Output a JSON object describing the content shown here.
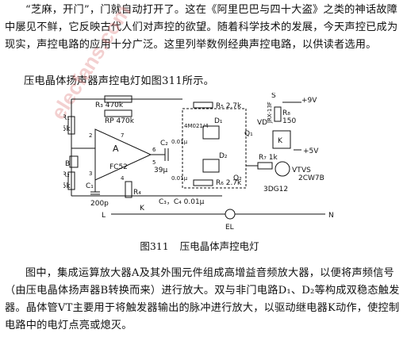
{
  "paragraph1": "“芝麻，开门”，门就自动打开了。这在《阿里巴巴与四十大盗》之类的神话故障中屡见不鲜，它反映古代人们对声控的欲望。随着科学技术的发展，今天声控已成为现实，声控电路的应用十分广泛。这里列举数例经典声控电路，以供读者选用。",
  "paragraph2": "压电晶体扬声器声控电灯如图311所示。",
  "caption_number": "图311",
  "caption_title": "压电晶体声控电灯",
  "paragraph3": "图中，集成运算放大器A及其外围元件组成高增益音频放大器，以便将声频信号（由压电晶体扬声器B转换而来）进行放大。双与非门电路D₁、D₂等构成双稳态触发器。晶体管VT主要用于将触发器输出的脉冲进行放大，以驱动继电器K动作，使控制电路中的电灯点亮或熄灭。",
  "watermark": "elecfans.com",
  "circuit": {
    "R1": "R₁",
    "R1v": "15k",
    "R2": "R₂",
    "R2v": "15k",
    "R3": "R₃ 470k",
    "RP": "RP 470k",
    "R4": "R₄",
    "C1": "C₁",
    "C1v": "200p",
    "B": "B",
    "A": "A",
    "ic": "FC52",
    "pin2": "2",
    "pin3": "3",
    "pin6": "6",
    "pin7": "7",
    "pin4": "4",
    "pin5": "5",
    "C2": "C₂",
    "C2v": "39μ",
    "R5": "R₅ 2.7k",
    "R6": "R₆ 2.7k",
    "gate": "4M021/4",
    "D1": "D₁",
    "D2": "D₂",
    "c001a": "0.01μ",
    "c001b": "0.01μ",
    "C34": "C₃，C₄ 0.01μ",
    "Q1": "Q₁",
    "Q2": "Q₂",
    "R7": "R₇ 1k",
    "VT": "VT",
    "VTtype": "3DG12",
    "VD": "VD",
    "K": "K",
    "relay": "JRX-13F",
    "S": "S",
    "R8": "R₈",
    "R8v": "150",
    "plus9": "+9V",
    "plus5": "+5V",
    "VS": "VS",
    "VStype": "2CW7B",
    "L": "L",
    "N": "N",
    "Kswitch": "K",
    "EL": "EL"
  }
}
